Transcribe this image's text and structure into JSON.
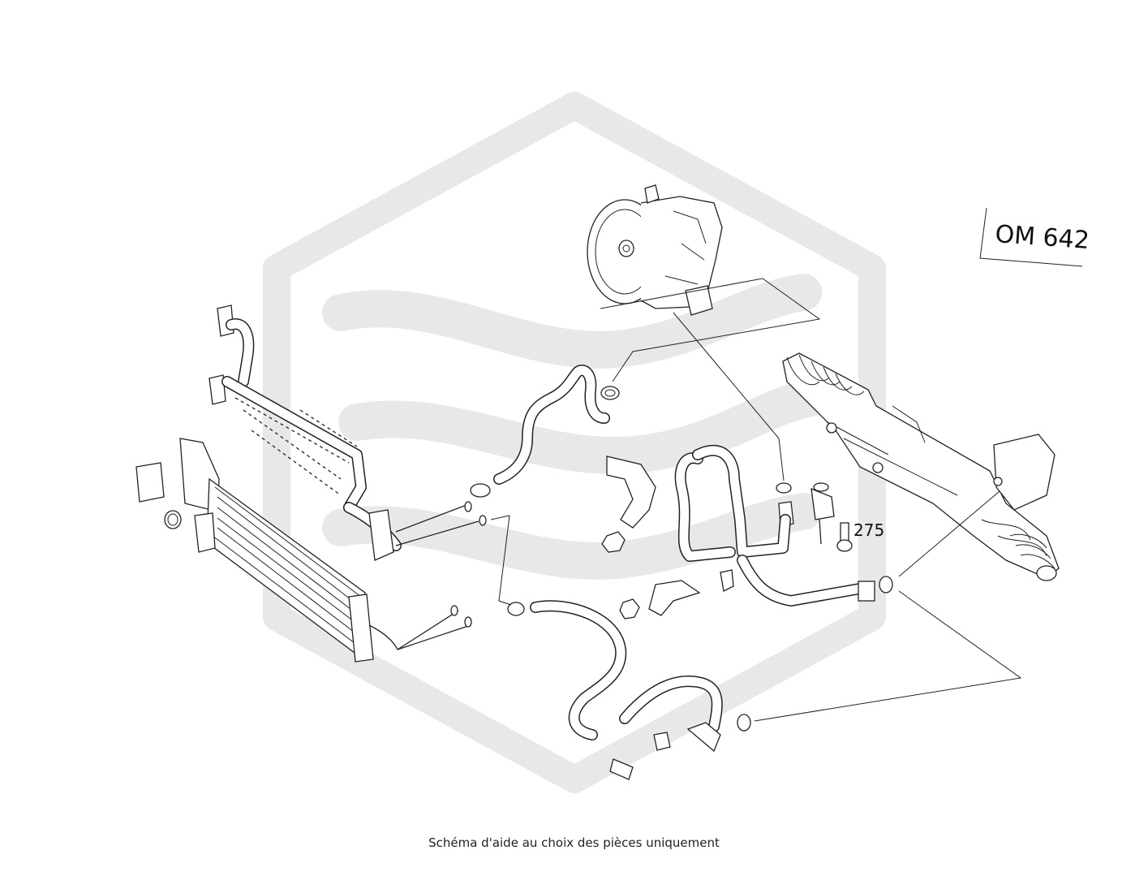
{
  "engine_label": "OM 642",
  "part_number": "275",
  "caption": "Schéma d'aide au choix des pièces uniquement",
  "colors": {
    "watermark": "#e8e8e8",
    "line": "#222222",
    "background": "#ffffff"
  },
  "icons": {
    "watermark": "logo-hexagon-watermark"
  }
}
